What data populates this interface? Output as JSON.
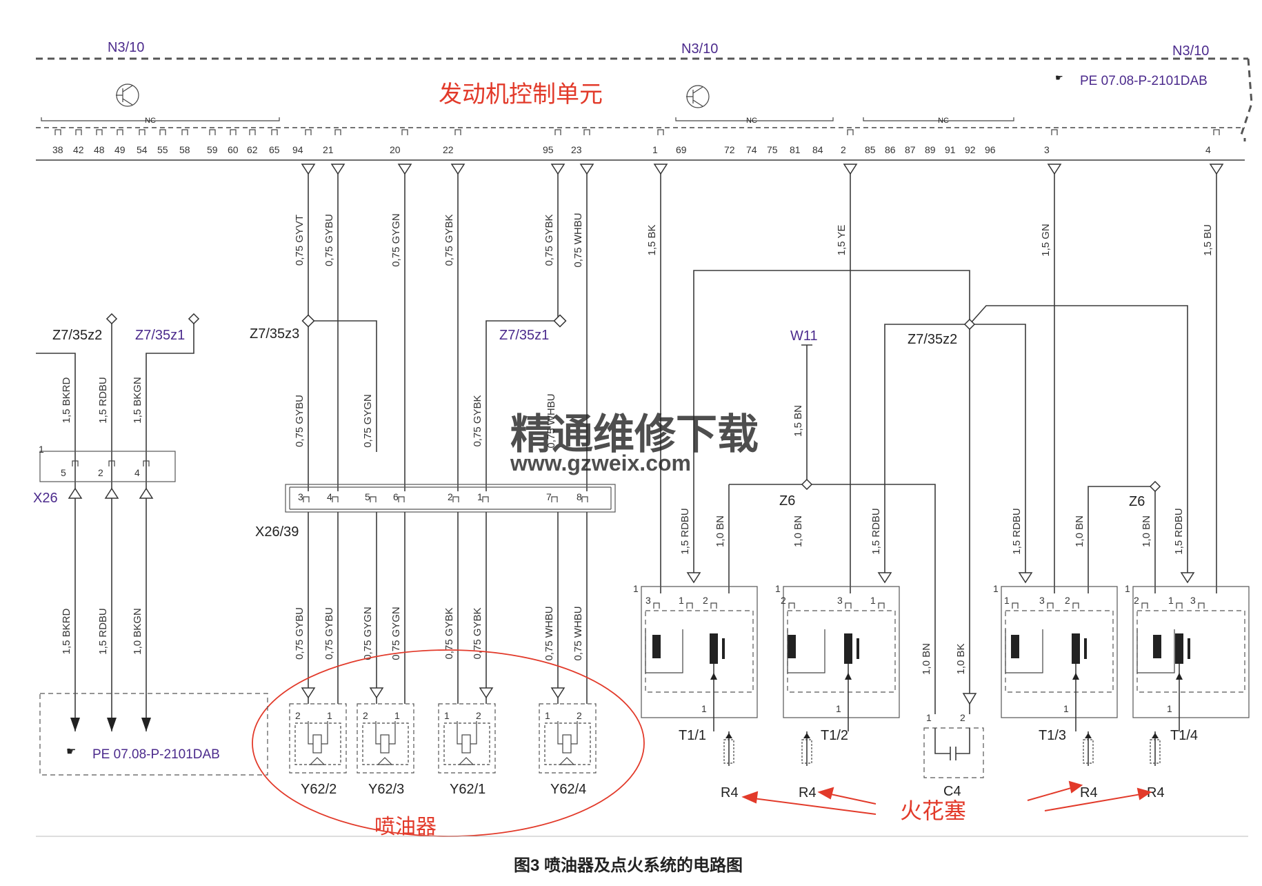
{
  "module": {
    "id_left": "N3/10",
    "id_center": "N3/10",
    "id_right": "N3/10",
    "name": "发动机控制单元",
    "ref": "PE 07.08-P-2101DAB",
    "nc": "NC",
    "pins_left": [
      "38",
      "42",
      "48",
      "49",
      "54",
      "55",
      "58",
      "59",
      "60",
      "62",
      "65"
    ],
    "pins_mid": [
      "72",
      "74",
      "75",
      "81",
      "84"
    ],
    "pins_nc3": [
      "85",
      "86",
      "87",
      "89",
      "91",
      "92",
      "96"
    ],
    "pin_labels": [
      "94",
      "21",
      "20",
      "22",
      "95",
      "23",
      "1",
      "69",
      "2",
      "3",
      "4"
    ]
  },
  "top_wires": [
    "0,75 GYVT",
    "0,75 GYBU",
    "0,75 GYGN",
    "0,75 GYBK",
    "0,75 GYBK",
    "0,75 WHBU",
    "1,5 BK",
    "1,5 YE",
    "1,5 GN",
    "1,5 BU"
  ],
  "splices": {
    "z7_35z2_left": "Z7/35z2",
    "z7_35z1_left": "Z7/35z1",
    "z7_35z3": "Z7/35z3",
    "z7_35z1_mid": "Z7/35z1",
    "w11": "W11",
    "z7_35z2_right": "Z7/35z2",
    "z6_a": "Z6",
    "z6_b": "Z6"
  },
  "left_connector": {
    "id": "X26",
    "wires_top": [
      "1,5 BKRD",
      "1,5 RDBU",
      "1,5 BKGN"
    ],
    "wires_bottom": [
      "1,5 BKRD",
      "1,5 RDBU",
      "1,0 BKGN"
    ],
    "pins": [
      "5",
      "2",
      "4"
    ],
    "pin1": "1",
    "ref": "PE 07.08-P-2101DAB"
  },
  "x26_39": {
    "id": "X26/39",
    "pins": [
      "3",
      "4",
      "5",
      "6",
      "2",
      "1",
      "7",
      "8"
    ],
    "wires_upper": [
      "0,75 GYBU",
      "0,75 GYGN",
      "0,75 GYBK",
      "0,75 WHBU",
      "1,5 BN"
    ],
    "wires_lower": [
      "0,75 GYBU",
      "0,75 GYBU",
      "0,75 GYGN",
      "0,75 GYGN",
      "0,75 GYBK",
      "0,75 GYBK",
      "0,75 WHBU",
      "0,75 WHBU"
    ]
  },
  "injectors": {
    "labels": [
      "Y62/2",
      "Y62/3",
      "Y62/1",
      "Y62/4"
    ],
    "pin_pairs": [
      [
        "2",
        "1"
      ],
      [
        "2",
        "1"
      ],
      [
        "1",
        "2"
      ],
      [
        "1",
        "2"
      ]
    ],
    "caption": "喷油器"
  },
  "coils": {
    "labels": [
      "T1/1",
      "T1/2",
      "T1/3",
      "T1/4"
    ],
    "wires": [
      "1,5 RDBU",
      "1,0 BN",
      "1,0 BN",
      "1,5 RDBU",
      "1,5 RDBU",
      "1,0 BN",
      "1,0 BN",
      "1,5 RDBU"
    ],
    "pins": [
      "3",
      "1",
      "2",
      "2",
      "3",
      "1",
      "1",
      "3",
      "2",
      "2",
      "1",
      "3"
    ],
    "outer_pin": "1",
    "lower_pin": "1"
  },
  "capacitor": {
    "label": "C4",
    "pins": [
      "1",
      "2"
    ],
    "wires": [
      "1,0 BN",
      "1,0 BK"
    ]
  },
  "plugs": {
    "labels": [
      "R4",
      "R4",
      "R4",
      "R4"
    ],
    "caption": "火花塞"
  },
  "watermark": {
    "line1": "精通维修下载",
    "line2": "www.gzweix.com"
  },
  "figure_caption": "图3  喷油器及点火系统的电路图",
  "colors": {
    "label_purple": "#4b2a8c",
    "annotation_red": "#e23a2a",
    "watermark_orange": "#f2b37a",
    "wire": "#3a3a3a"
  }
}
